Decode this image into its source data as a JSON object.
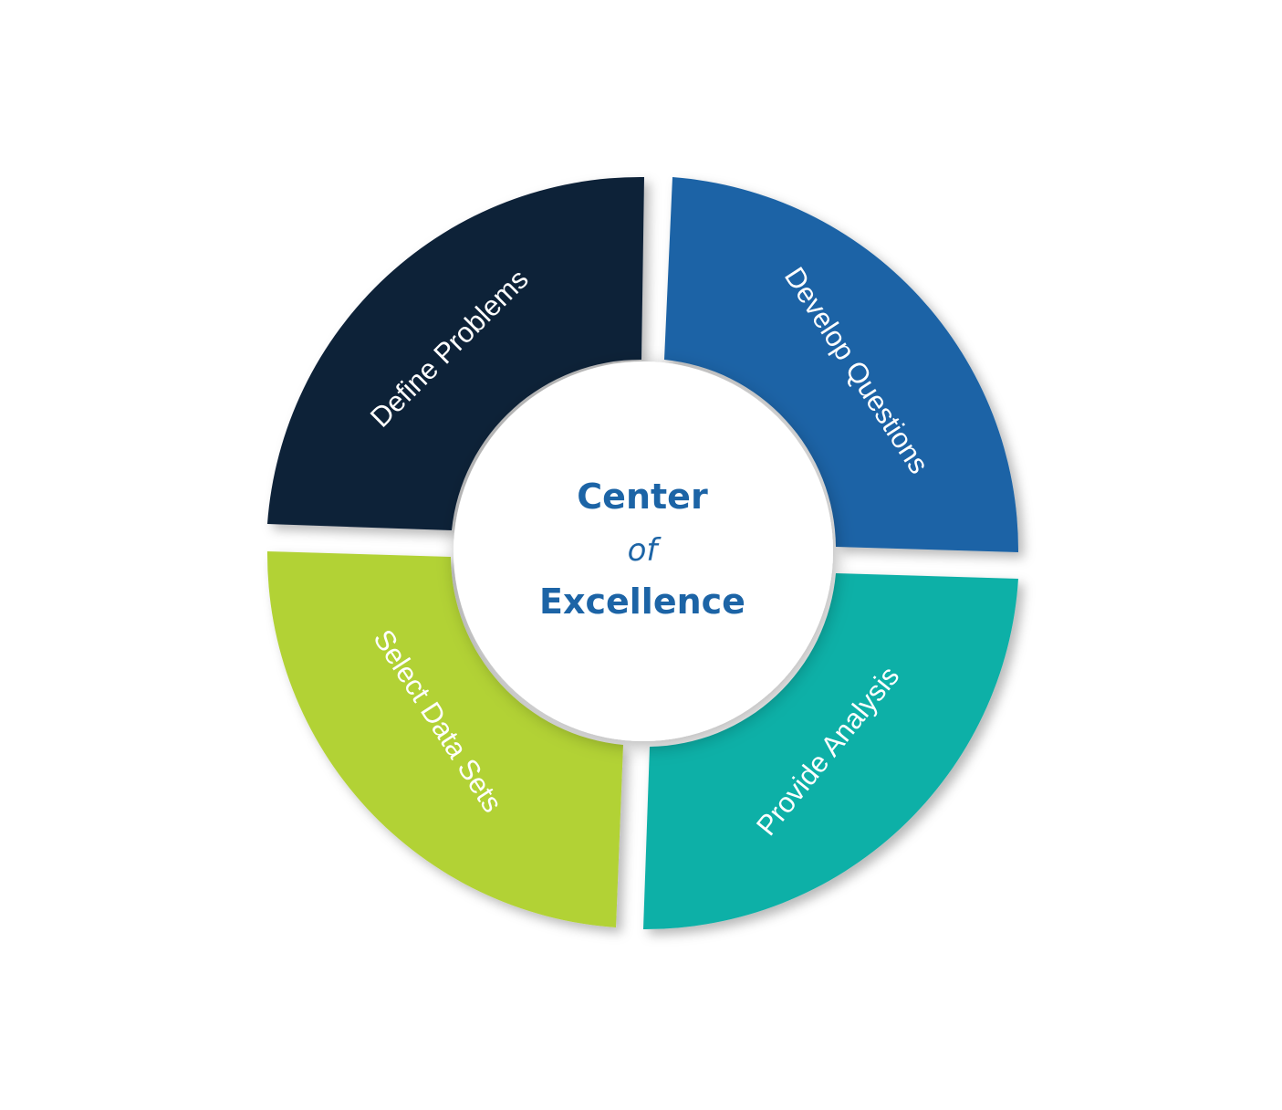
{
  "diagram": {
    "center": {
      "line1": "Center",
      "line2": "of",
      "line3": "Excellence"
    },
    "segments": [
      {
        "id": "top-left",
        "label": "Define Problems",
        "color": "#0f2039"
      },
      {
        "id": "top-right",
        "label": "Develop Questions",
        "color": "#1c64a6"
      },
      {
        "id": "bottom-right",
        "label": "Provide Analysis",
        "color": "#0fb0a7"
      },
      {
        "id": "bottom-left",
        "label": "Select Data Sets",
        "color": "#b2d235"
      }
    ],
    "colors": {
      "center_text": "#1c64a6",
      "background": "#ffffff",
      "label_text": "#ffffff"
    }
  }
}
